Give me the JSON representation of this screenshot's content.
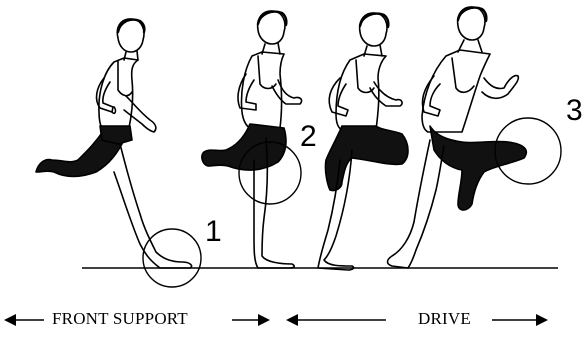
{
  "diagram": {
    "markers": [
      {
        "number": "1"
      },
      {
        "number": "2"
      },
      {
        "number": "3"
      }
    ],
    "phases": [
      {
        "label": "FRONT SUPPORT"
      },
      {
        "label": "DRIVE"
      }
    ]
  },
  "colors": {
    "ink": "#000000",
    "shorts": "#111111",
    "background": "#ffffff"
  }
}
